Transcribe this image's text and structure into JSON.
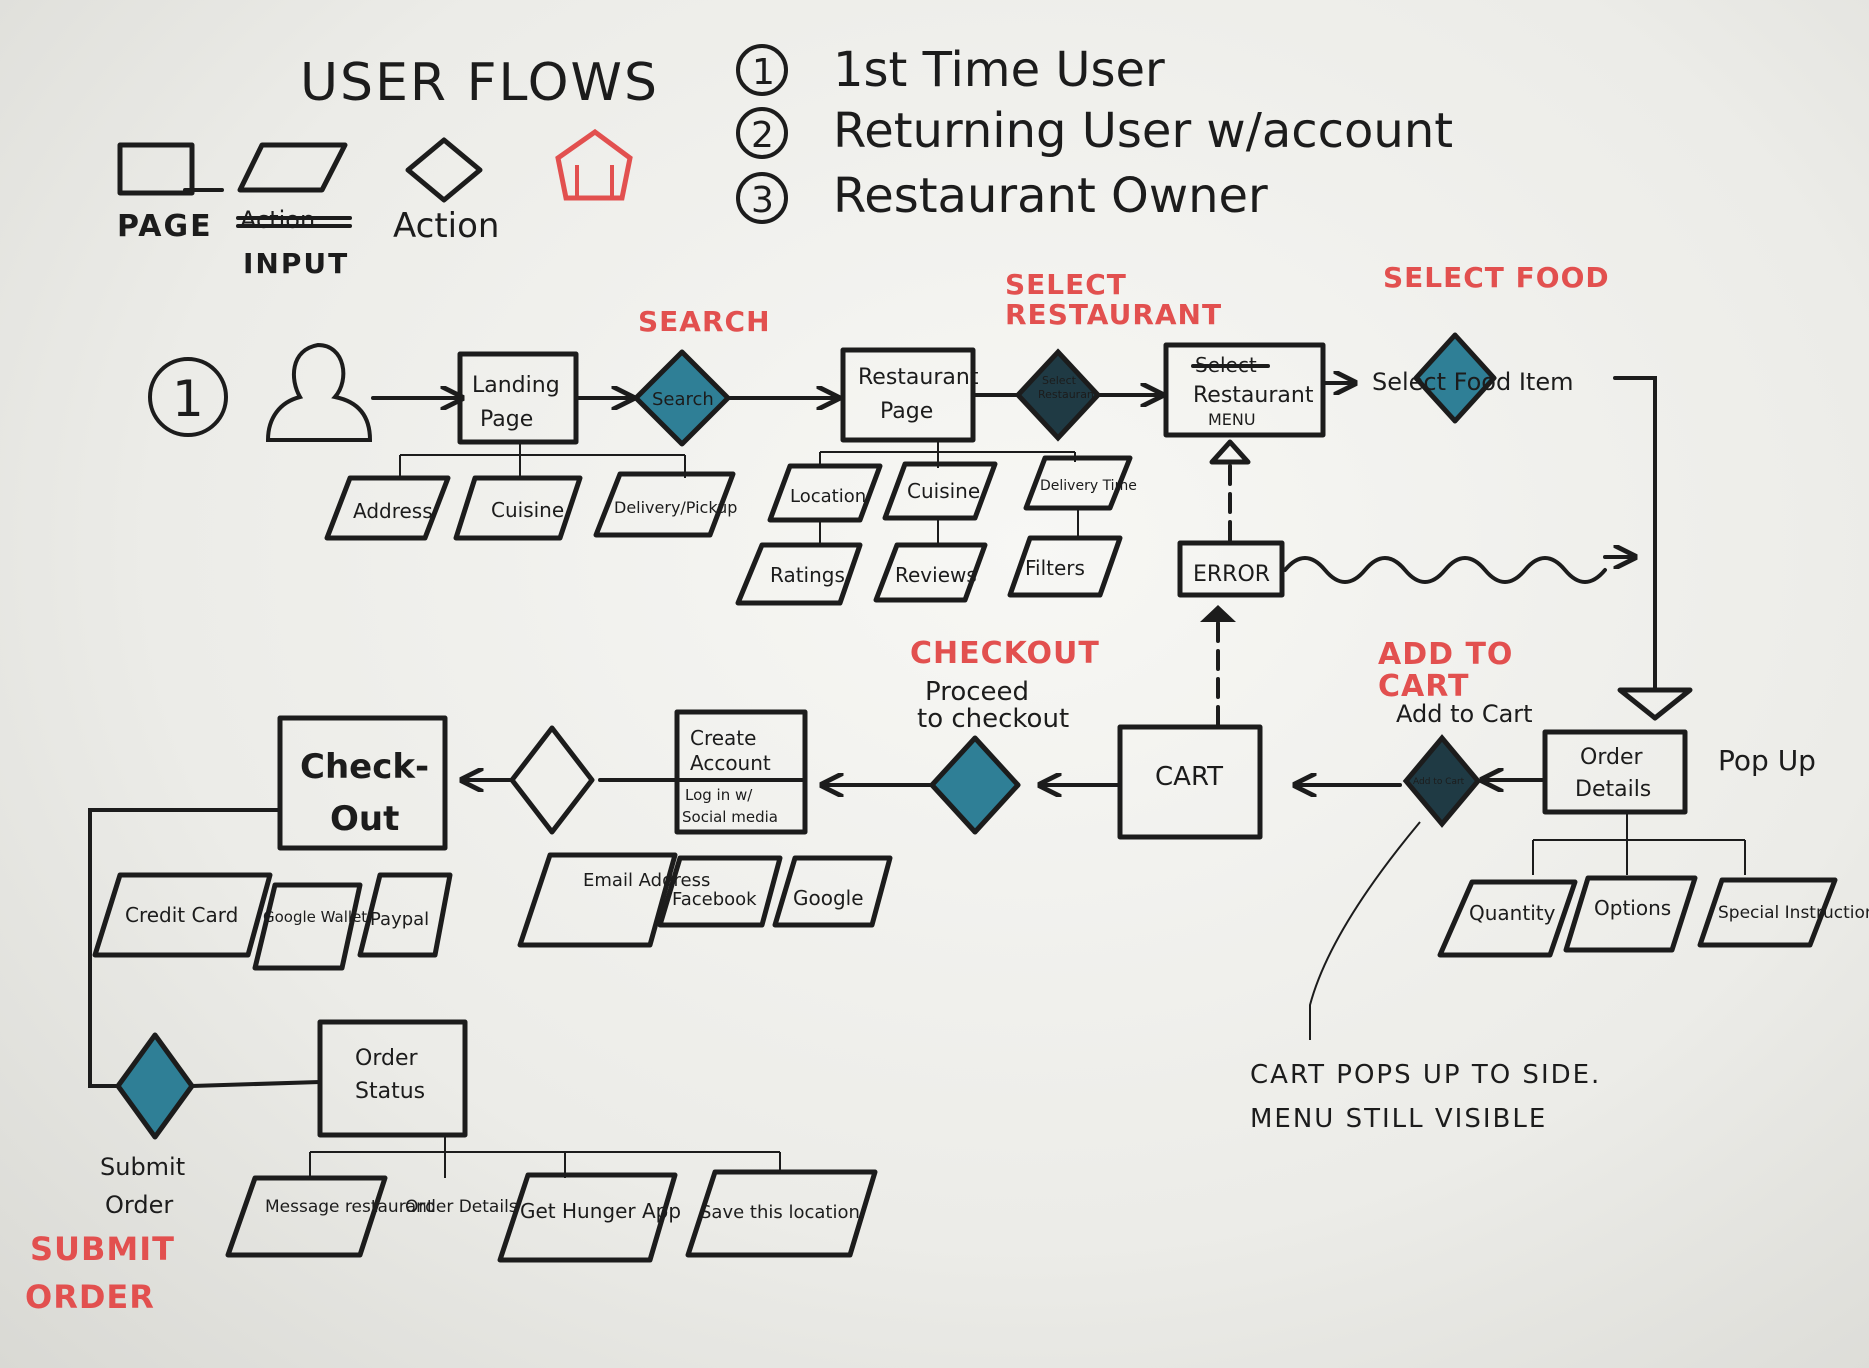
{
  "header": {
    "title": "USER FLOWS",
    "legend": {
      "page": "PAGE",
      "input_struck": "Action",
      "input": "INPUT",
      "action": "Action"
    },
    "flows": [
      {
        "number": "1",
        "label": "1st Time User"
      },
      {
        "number": "2",
        "label": "Returning User w/account"
      },
      {
        "number": "3",
        "label": "Restaurant Owner"
      }
    ]
  },
  "stages": {
    "search": "SEARCH",
    "select_restaurant_1": "SELECT",
    "select_restaurant_2": "RESTAURANT",
    "select_food": "SELECT FOOD",
    "checkout": "CHECKOUT",
    "add_to_cart_1": "ADD TO",
    "add_to_cart_2": "CART",
    "submit_order_1": "SUBMIT",
    "submit_order_2": "ORDER"
  },
  "flow": {
    "number": "1",
    "landing_page": [
      "Landing",
      "Page"
    ],
    "search_action": "Search",
    "restaurant_page": [
      "Restaurant",
      "Page"
    ],
    "select_action": [
      "Select",
      "Restaurant"
    ],
    "restaurant_menu": [
      "Select",
      "Restaurant",
      "MENU"
    ],
    "select_food_item": "Select Food Item",
    "landing_inputs": [
      "Address",
      "Cuisine",
      "Delivery/Pickup"
    ],
    "restaurant_inputs_top": [
      "Location",
      "Cuisine",
      "Delivery Time"
    ],
    "restaurant_inputs_bottom": [
      "Ratings",
      "Reviews",
      "Filters"
    ],
    "error": "ERROR",
    "order_details": [
      "Order",
      "Details"
    ],
    "pop_up": "Pop Up",
    "order_inputs": [
      "Quantity",
      "Options",
      "Special Instructions"
    ],
    "add_to_cart_caption": "Add to Cart",
    "add_to_cart_action": "Add to Cart",
    "cart": "CART",
    "proceed_caption": [
      "Proceed",
      "to checkout"
    ],
    "create_account": [
      "Create",
      "Account"
    ],
    "login_social": [
      "Log in w/",
      "Social media"
    ],
    "account_inputs": [
      "Email Address",
      "Facebook",
      "Google"
    ],
    "checkout_page": [
      "Check-",
      "Out"
    ],
    "payment_inputs": [
      "Credit Card",
      "Google Wallet",
      "Paypal"
    ],
    "submit_caption": [
      "Submit",
      "Order"
    ],
    "order_status": [
      "Order",
      "Status"
    ],
    "status_inputs": [
      "Message restaurant",
      "Order Details",
      "Get Hunger App",
      "Save this location."
    ],
    "note": [
      "CART POPS UP TO SIDE.",
      "MENU STILL VISIBLE"
    ]
  },
  "colors": {
    "ink": "#1c1c1c",
    "accent_red": "#e2504f",
    "action_fill": "#2f7f96",
    "paper": "#f4f4f1"
  },
  "icons": {
    "user": "person-silhouette-icon",
    "arrow": "arrow-icon"
  }
}
